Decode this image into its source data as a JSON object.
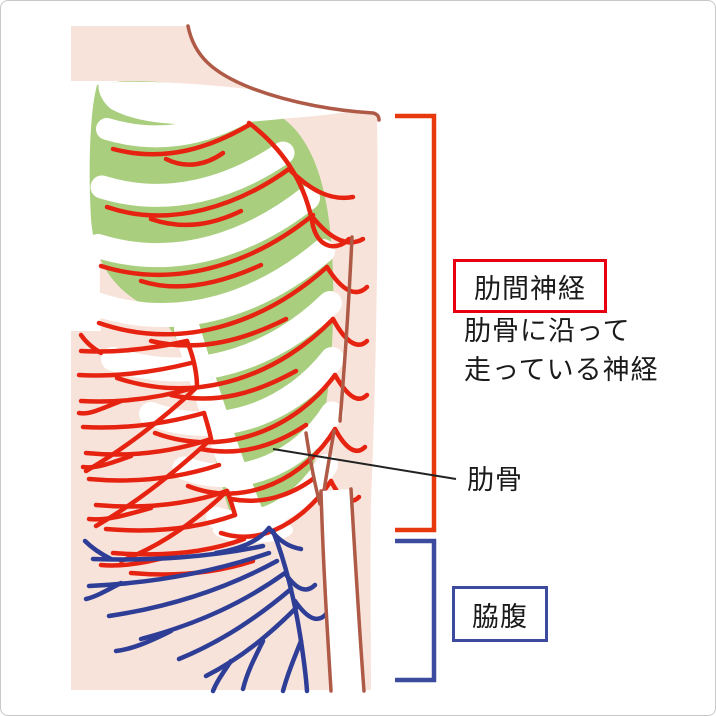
{
  "figure": {
    "type": "anatomy-diagram",
    "subject": "intercostal-nerves-torso-side-view",
    "annotations": {
      "intercostal": {
        "label": "肋間神経",
        "desc_line1": "肋骨に沿って",
        "desc_line2": "走っている神経"
      },
      "rib": {
        "label": "肋骨"
      },
      "flank": {
        "label": "脇腹"
      }
    },
    "colors": {
      "skin_pink": "#f8e3da",
      "rib_green": "#a9ce7e",
      "nerve_red": "#e62310",
      "nerve_blue": "#2e3e96",
      "outline_brown": "#ae5a46",
      "bracket_red": "#e8380d",
      "bracket_blue": "#3c4b9e",
      "box_border_red": "#e60012",
      "box_border_blue": "#3c4b9e",
      "text_black": "#1a1a1a",
      "page_border": "#c9c9c9"
    }
  }
}
